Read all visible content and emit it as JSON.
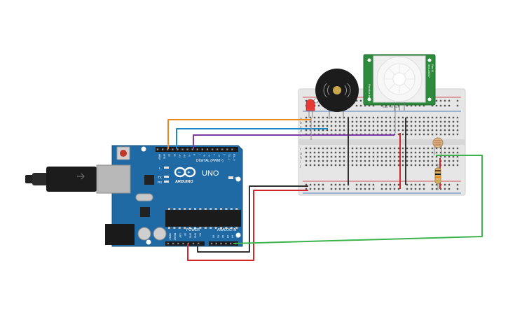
{
  "arduino": {
    "brand": "ARDUINO",
    "model": "UNO",
    "digital_header_label": "DIGITAL (PWM~)",
    "power_label": "POWER",
    "analog_label": "ANALOG IN",
    "on_label": "ON",
    "led_labels": [
      "L",
      "TX",
      "RX"
    ],
    "digital_pins": [
      "AREF",
      "GND",
      "13",
      "12",
      "~11",
      "~10",
      "~9",
      "8",
      "7",
      "~6",
      "~5",
      "4",
      "~3",
      "2",
      "TX→1",
      "RX←0"
    ],
    "power_pins": [
      "IOREF",
      "RESET",
      "3.3V",
      "5V",
      "GND",
      "GND",
      "Vin"
    ],
    "analog_pins": [
      "A0",
      "A1",
      "A2",
      "A3",
      "A4",
      "A5"
    ]
  },
  "pir_sensor": {
    "left_text": "Parallax Inc.",
    "right_text_1": "555-28027",
    "right_text_2": "Rev B",
    "pin_label": "GND +5V OUT"
  },
  "breadboard": {
    "row_letters_top": [
      "a",
      "b",
      "c",
      "d",
      "e"
    ],
    "row_letters_bottom": [
      "f",
      "g",
      "h",
      "i",
      "j"
    ]
  },
  "colors": {
    "board": "#1f6aa5",
    "board_edge": "#17527f",
    "breadboard": "#e4e4e4",
    "pir_pcb": "#2e8b3e",
    "wire_orange": "#e98a1a",
    "wire_blue": "#1e88c7",
    "wire_purple": "#7a3aa1",
    "wire_red": "#d3262a",
    "wire_black": "#333333",
    "wire_green": "#3cb44b"
  }
}
